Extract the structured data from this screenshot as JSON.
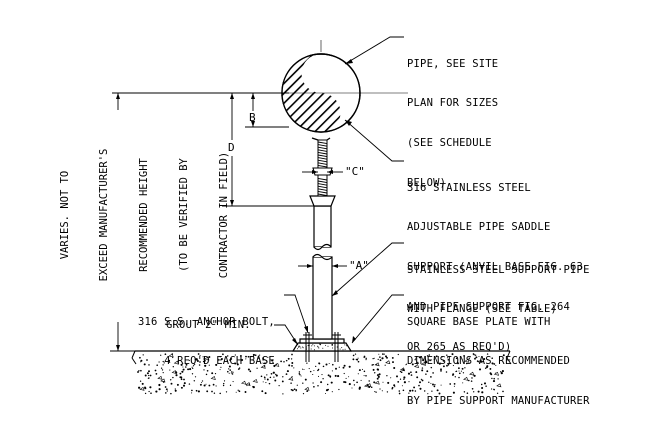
{
  "notes": {
    "pipe": [
      "PIPE, SEE SITE",
      "PLAN FOR SIZES",
      "(SEE SCHEDULE",
      "BELOW)"
    ],
    "saddle": [
      "316 STAINLESS STEEL",
      "ADJUSTABLE PIPE SADDLE",
      "SUPPORT (ANVIL BASE FIG. 63",
      "AND PIPE SUPPORT FIG. 264",
      "OR 265 AS REQ'D)"
    ],
    "support_pipe": [
      "STAINLESS STEEL SUPPORT PIPE",
      "WITH FLANGE (SEE TABLE)"
    ],
    "base_plate": [
      "SQUARE BASE PLATE WITH",
      "DIMENSIONS AS RECOMMENDED",
      "BY PIPE SUPPORT MANUFACTURER"
    ],
    "anchor_bolt": [
      "316 S.S. ANCHOR BOLT,",
      "4 REQ'D EACH BASE"
    ],
    "grout": "GROUT 2\" MIN.",
    "height": [
      "VARIES. NOT TO",
      "EXCEED MANUFACTURER'S",
      "RECOMMENDED HEIGHT",
      "(TO BE VERIFIED BY",
      "CONTRACTOR IN FIELD)"
    ]
  },
  "dimensions": {
    "a": "\"A\"",
    "b": "B",
    "c": "\"C\"",
    "d": "D"
  }
}
